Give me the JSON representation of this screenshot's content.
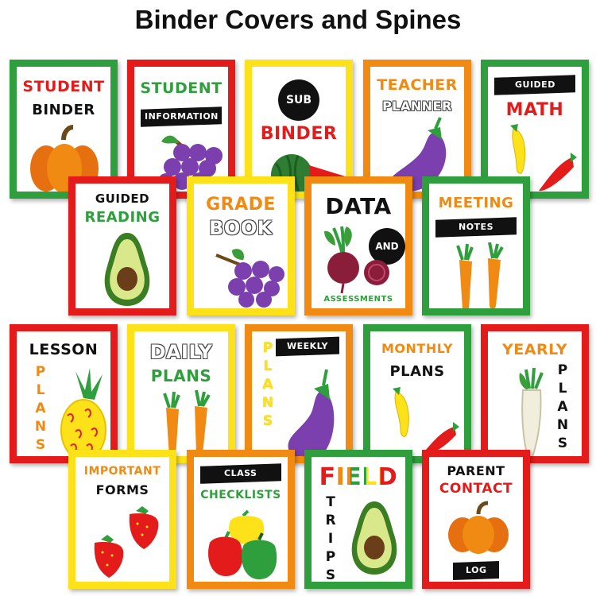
{
  "page": {
    "title": "Binder Covers and Spines"
  },
  "colors": {
    "red": "#e31b1b",
    "green": "#2f9e3d",
    "yellow": "#fde21a",
    "orange": "#f08a12",
    "black": "#111111",
    "purple": "#7b3fae"
  },
  "cards": {
    "student_binder": {
      "line1": "STUDENT",
      "line2": "BINDER",
      "art": "pumpkin"
    },
    "student_information": {
      "line1": "STUDENT",
      "banner": "INFORMATION",
      "art": "grapes"
    },
    "sub_binder": {
      "circle": "SUB",
      "line2": "BINDER",
      "art": "watermelon"
    },
    "teacher_planner": {
      "line1": "TEACHER",
      "line2": "PLANNER",
      "art": "eggplant"
    },
    "guided_math": {
      "banner": "GUIDED",
      "line2": "MATH",
      "art": "chili-peppers"
    },
    "guided_reading": {
      "line1": "GUIDED",
      "line2": "READING",
      "art": "avocado"
    },
    "grade_book": {
      "line1": "GRADE",
      "line2": "BOOK",
      "art": "grapes"
    },
    "data_assessments": {
      "line1": "DATA",
      "circle": "AND",
      "line3": "ASSESSMENTS",
      "art": "beets"
    },
    "meeting_notes": {
      "line1": "MEETING",
      "banner": "NOTES",
      "art": "carrots"
    },
    "lesson_plans": {
      "line1": "LESSON",
      "vertical": [
        "P",
        "L",
        "A",
        "N",
        "S"
      ],
      "art": "pineapple"
    },
    "daily_plans": {
      "line1": "DAILY",
      "line2": "PLANS",
      "art": "carrots"
    },
    "weekly_plans": {
      "banner": "WEEKLY",
      "vertical": [
        "P",
        "L",
        "A",
        "N",
        "S"
      ],
      "art": "eggplant"
    },
    "monthly_plans": {
      "line1": "MONTHLY",
      "line2": "PLANS",
      "art": "chili-peppers"
    },
    "yearly_plans": {
      "line1": "YEARLY",
      "vertical": [
        "P",
        "L",
        "A",
        "N",
        "S"
      ],
      "art": "radish"
    },
    "important_forms": {
      "line1": "IMPORTANT",
      "line2": "FORMS",
      "art": "strawberries"
    },
    "class_checklists": {
      "banner": "CLASS",
      "line2": "CHECKLISTS",
      "art": "bell-peppers"
    },
    "field_trips": {
      "line1": "FIELD",
      "vertical": [
        "T",
        "R",
        "I",
        "P",
        "S"
      ],
      "art": "avocado"
    },
    "parent_contact_log": {
      "line1": "PARENT",
      "line2": "CONTACT",
      "banner": "LOG",
      "art": "pumpkin"
    }
  }
}
